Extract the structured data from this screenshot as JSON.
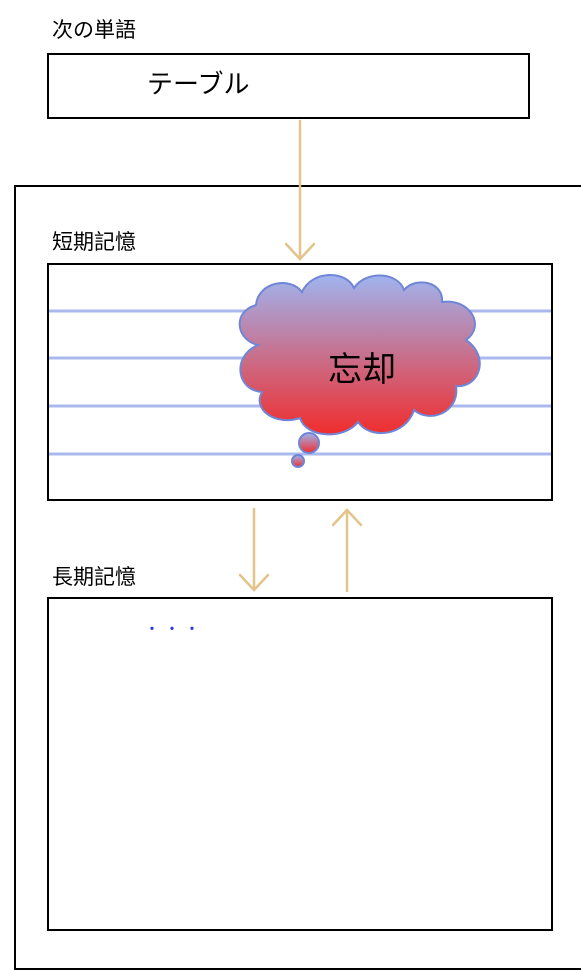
{
  "next_word": {
    "label": "次の単語",
    "value": "テーブル"
  },
  "short_term_memory": {
    "label": "短期記憶"
  },
  "forget_bubble": {
    "text": "忘却"
  },
  "long_term_memory": {
    "label": "長期記憶",
    "dots": "･･･"
  },
  "colors": {
    "arrow": "#e3c48a",
    "memory_lines": "#a9b9ee",
    "cloud_top": "#9fb4ef",
    "cloud_bottom": "#f02d2d",
    "dots": "#2b3fd8"
  }
}
